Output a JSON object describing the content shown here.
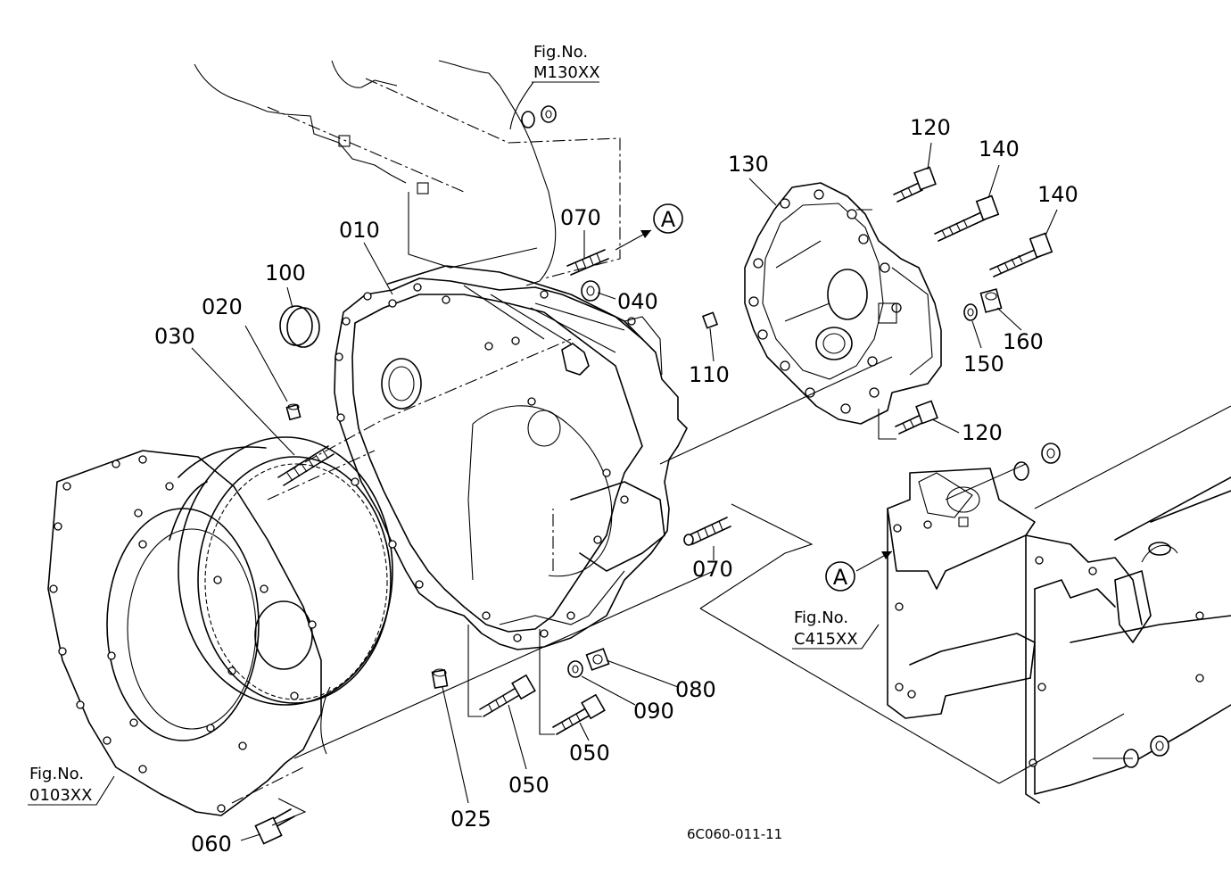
{
  "drawing_number": "6C060-011-11",
  "view_marker": "A",
  "figure_refs": [
    {
      "id": "m130",
      "title": "Fig.No.",
      "code": "M130XX"
    },
    {
      "id": "c415",
      "title": "Fig.No.",
      "code": "C415XX"
    },
    {
      "id": "o103",
      "title": "Fig.No.",
      "code": "0103XX"
    }
  ],
  "part_labels": {
    "p010": "010",
    "p020": "020",
    "p025": "025",
    "p030": "030",
    "p040": "040",
    "p050a": "050",
    "p050b": "050",
    "p060": "060",
    "p070a": "070",
    "p070b": "070",
    "p080": "080",
    "p090": "090",
    "p100": "100",
    "p110": "110",
    "p120a": "120",
    "p120b": "120",
    "p130": "130",
    "p140a": "140",
    "p140b": "140",
    "p150": "150",
    "p160": "160"
  }
}
